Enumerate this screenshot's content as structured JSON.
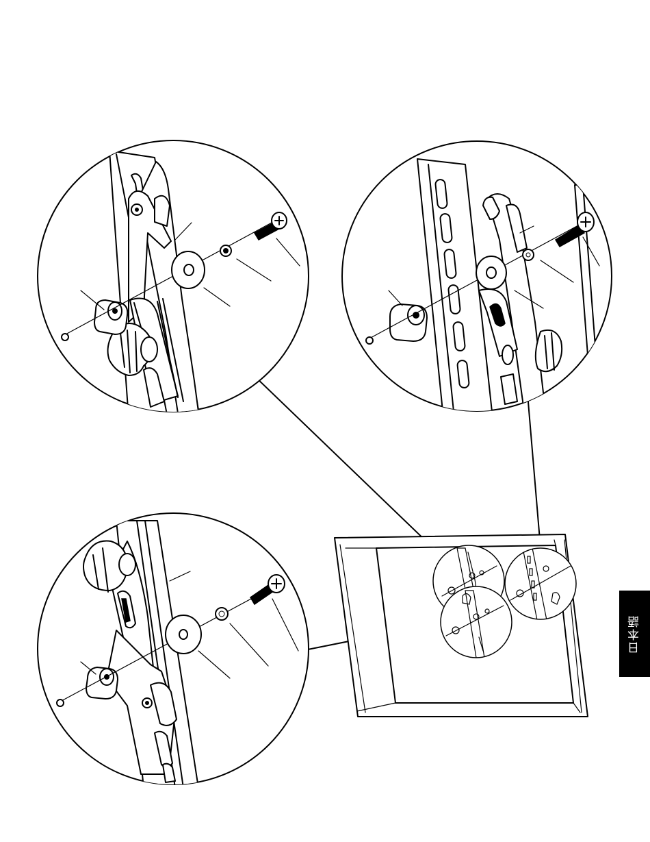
{
  "language_tab": {
    "label": "日本語",
    "background": "#000000",
    "text_color": "#ffffff"
  },
  "figure": {
    "detail_views": [
      "detail-top-left",
      "detail-top-right",
      "detail-bottom-left"
    ],
    "overview": "tv-back-with-mount-brackets",
    "line_color": "#000000"
  }
}
